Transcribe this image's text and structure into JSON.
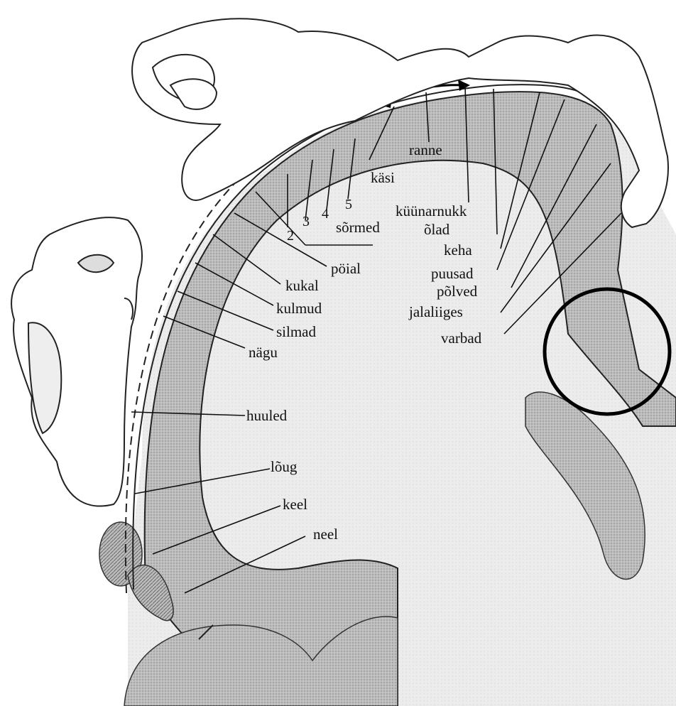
{
  "labels": {
    "ranne": "ranne",
    "kasi": "käsi",
    "finger5": "5",
    "finger4": "4",
    "finger3": "3",
    "finger2": "2",
    "sormed": "sõrmed",
    "kuunarnukk": "küünarnukk",
    "olad": "õlad",
    "keha": "keha",
    "poial": "pöial",
    "kukal": "kukal",
    "kulmud": "kulmud",
    "silmad": "silmad",
    "nagu": "nägu",
    "puusad": "puusad",
    "polved": "põlved",
    "jalaliiges": "jalaliiges",
    "varbad": "varbad",
    "huuled": "huuled",
    "loug": "lõug",
    "keel": "keel",
    "neel": "neel"
  },
  "colors": {
    "cortex": "#b9b9b9",
    "white_matter": "#e9e9e9",
    "outline": "#1a1a1a",
    "highlight_circle": "#000000"
  }
}
